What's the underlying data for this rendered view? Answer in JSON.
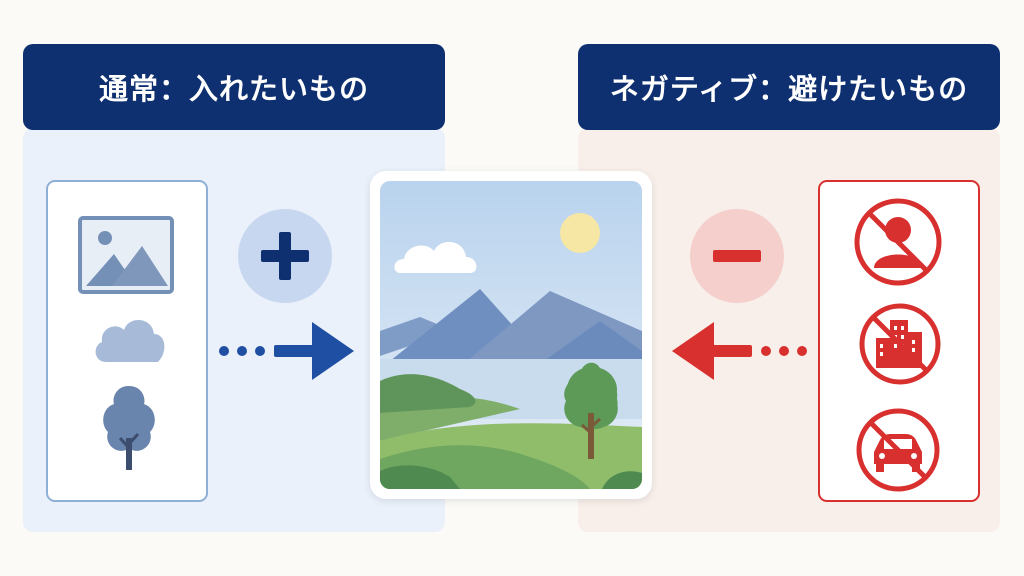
{
  "positive": {
    "title": "通常：入れたいもの",
    "sign": "+",
    "icons": [
      "image-icon",
      "cloud-icon",
      "tree-icon"
    ],
    "color": "#0e3070"
  },
  "negative": {
    "title": "ネガティブ：避けたいもの",
    "sign": "−",
    "icons": [
      "no-person-icon",
      "no-building-icon",
      "no-car-icon"
    ],
    "color": "#d8302e"
  },
  "result": {
    "icon": "landscape-illustration"
  }
}
